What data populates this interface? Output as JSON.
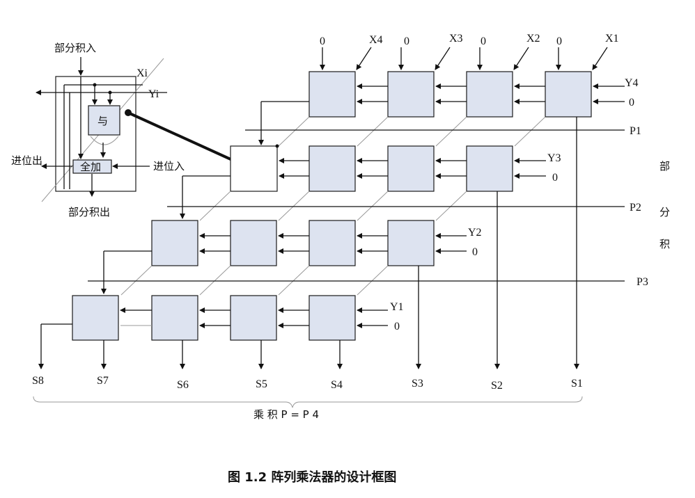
{
  "caption": "图 1.2    阵列乘法器的设计框图",
  "cell_detail": {
    "partial_in": "部分积入",
    "xi": "Xi",
    "yi": "Yi",
    "and_gate": "与",
    "full_adder": "全加",
    "carry_out": "进位出",
    "carry_in": "进位入",
    "partial_out": "部分积出"
  },
  "x_inputs": [
    "X4",
    "X3",
    "X2",
    "X1"
  ],
  "zero": "0",
  "y_inputs": [
    "Y4",
    "Y3",
    "Y2",
    "Y1"
  ],
  "partial_lines": [
    "P1",
    "P2",
    "P3"
  ],
  "partial_product_label": [
    "部",
    "分",
    "积"
  ],
  "sum_outputs": [
    "S8",
    "S7",
    "S6",
    "S5",
    "S4",
    "S3",
    "S2",
    "S1"
  ],
  "product_label": "乘 积  P = P 4"
}
